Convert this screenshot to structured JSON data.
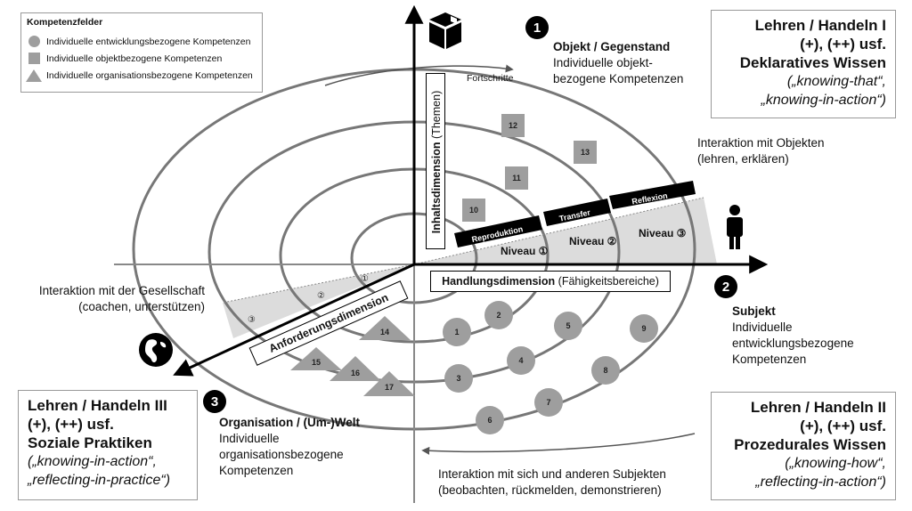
{
  "legend": {
    "title": "Kompetenzfelder",
    "items": [
      "Individuelle entwicklungsbezogene Kompetenzen",
      "Individuelle objektbezogene Kompetenzen",
      "Individuelle organisationsbezogene Kompetenzen"
    ]
  },
  "axes": {
    "vertical": "Inhaltsdimension",
    "vertical_sub": "(Themen)",
    "horizontal": "Handlungsdimension",
    "horizontal_sub": "(Fähigkeitsbereiche)",
    "diagonal": "Anforderungsdimension"
  },
  "labels": {
    "fortschritte": "Fortschritte",
    "interaction_objects": [
      "Interaktion mit Objekten",
      "(lehren, erklären)"
    ],
    "interaction_society": [
      "Interaktion mit der Gesellschaft",
      "(coachen, unterstützen)"
    ],
    "interaction_subjects": [
      "Interaktion mit sich und anderen Subjekten",
      "(beobachten, rückmelden, demonstrieren)"
    ]
  },
  "steps": [
    "Reproduktion",
    "Transfer",
    "Reflexion"
  ],
  "levels": [
    "Niveau ①",
    "Niveau ②",
    "Niveau ③"
  ],
  "diag_levels": [
    "①",
    "②",
    "③"
  ],
  "poles": [
    {
      "num": "1",
      "title": "Objekt / Gegenstand",
      "lines": [
        "Individuelle objekt-",
        "bezogene Kompetenzen"
      ]
    },
    {
      "num": "2",
      "title": "Subjekt",
      "lines": [
        "Individuelle",
        "entwicklungsbezogene",
        "Kompetenzen"
      ]
    },
    {
      "num": "3",
      "title": "Organisation / (Um-)Welt",
      "lines": [
        "Individuelle",
        "organisationsbezogene",
        "Kompetenzen"
      ]
    }
  ],
  "corners": {
    "I": [
      "Lehren / Handeln I",
      "(+), (++) usf.",
      "Deklaratives Wissen",
      "(„knowing-that“,",
      "„knowing-in-action“)"
    ],
    "II": [
      "Lehren / Handeln II",
      "(+), (++) usf.",
      "Prozedurales Wissen",
      "(„knowing-how“,",
      "„reflecting-in-action“)"
    ],
    "III": [
      "Lehren / Handeln III",
      "(+), (++) usf.",
      "Soziale Praktiken",
      "(„knowing-in-action“,",
      "„reflecting-in-practice“)"
    ]
  },
  "squares": [
    "10",
    "11",
    "12",
    "13"
  ],
  "circles": [
    "1",
    "2",
    "3",
    "4",
    "5",
    "6",
    "7",
    "8",
    "9"
  ],
  "triangles": [
    "14",
    "15",
    "16",
    "17"
  ],
  "icons": [
    "box-icon",
    "person-icon",
    "globe-icon"
  ],
  "colors": {
    "shape": "#9e9e9e",
    "wedge": "#dcdcdc",
    "ring": "#777777",
    "axis": "#000000"
  }
}
